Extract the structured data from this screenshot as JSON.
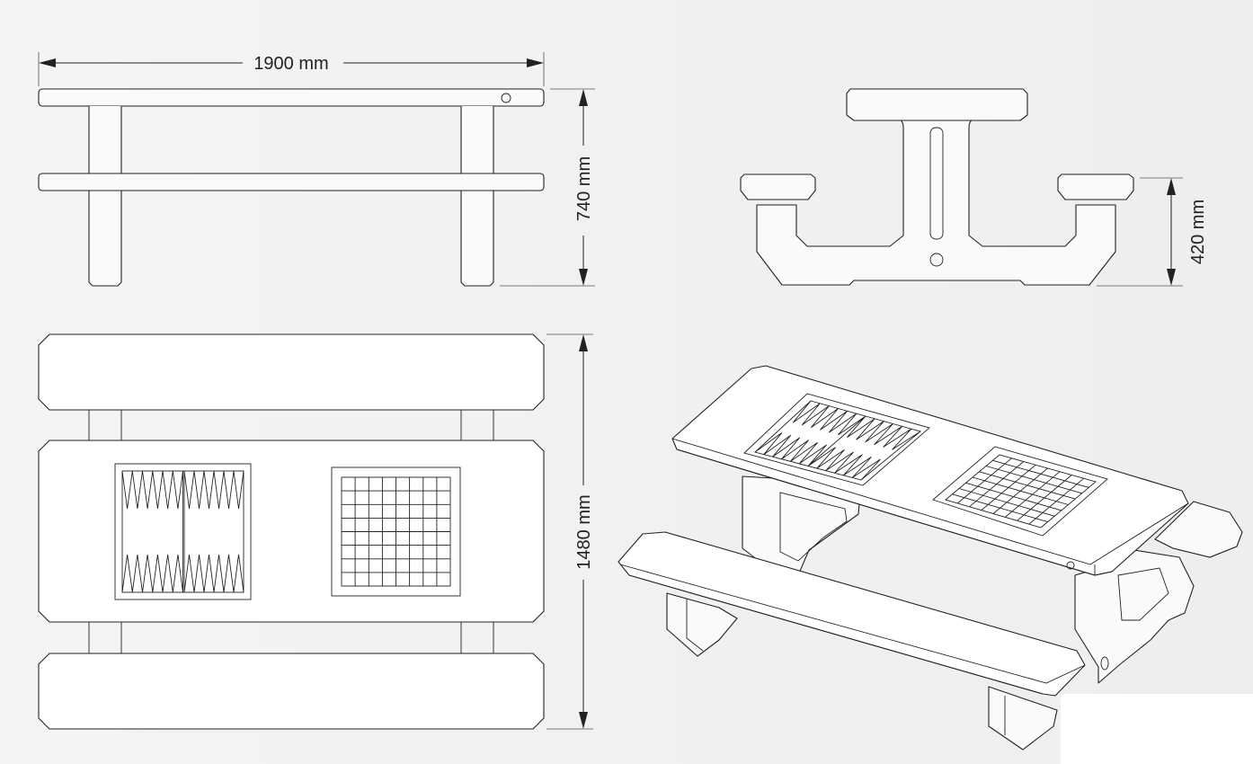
{
  "dimensions": {
    "length": "1900 mm",
    "height": "740 mm",
    "width": "1480 mm",
    "bench_height": "420 mm"
  },
  "views": [
    "side-view",
    "end-view",
    "top-view",
    "isometric-view"
  ],
  "board_games": [
    "backgammon",
    "chessboard"
  ]
}
